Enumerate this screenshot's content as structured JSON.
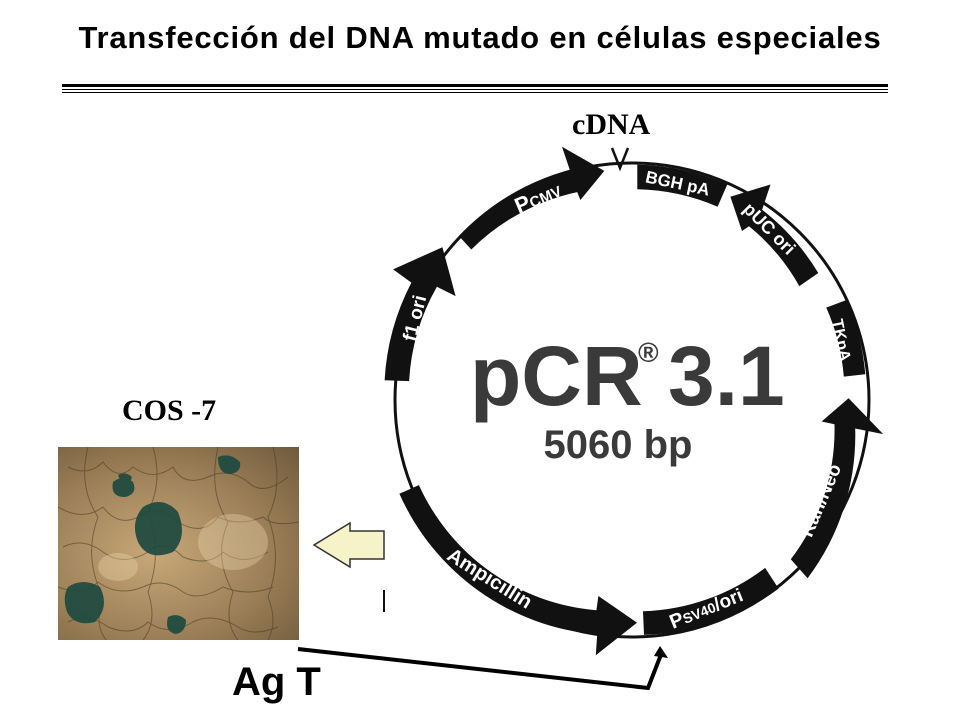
{
  "title": "Transfección del DNA mutado en células especiales",
  "labels": {
    "cdna": "cDNA",
    "cell_line": "COS -7",
    "ag_t": "Ag T"
  },
  "plasmid": {
    "name": "pCR",
    "registered": "®",
    "version": "3.1",
    "size": "5060 bp",
    "features": [
      "P CMV",
      "BGH pA",
      "pUC ori",
      "TKpA",
      "Kan/Neo",
      "P SV40/ori",
      "Ampicillin",
      "f1 ori"
    ]
  },
  "colors": {
    "arrow_fill": "#111111",
    "transfer_arrow_fill": "#f6f3c8",
    "stain": "#1e4a40"
  }
}
